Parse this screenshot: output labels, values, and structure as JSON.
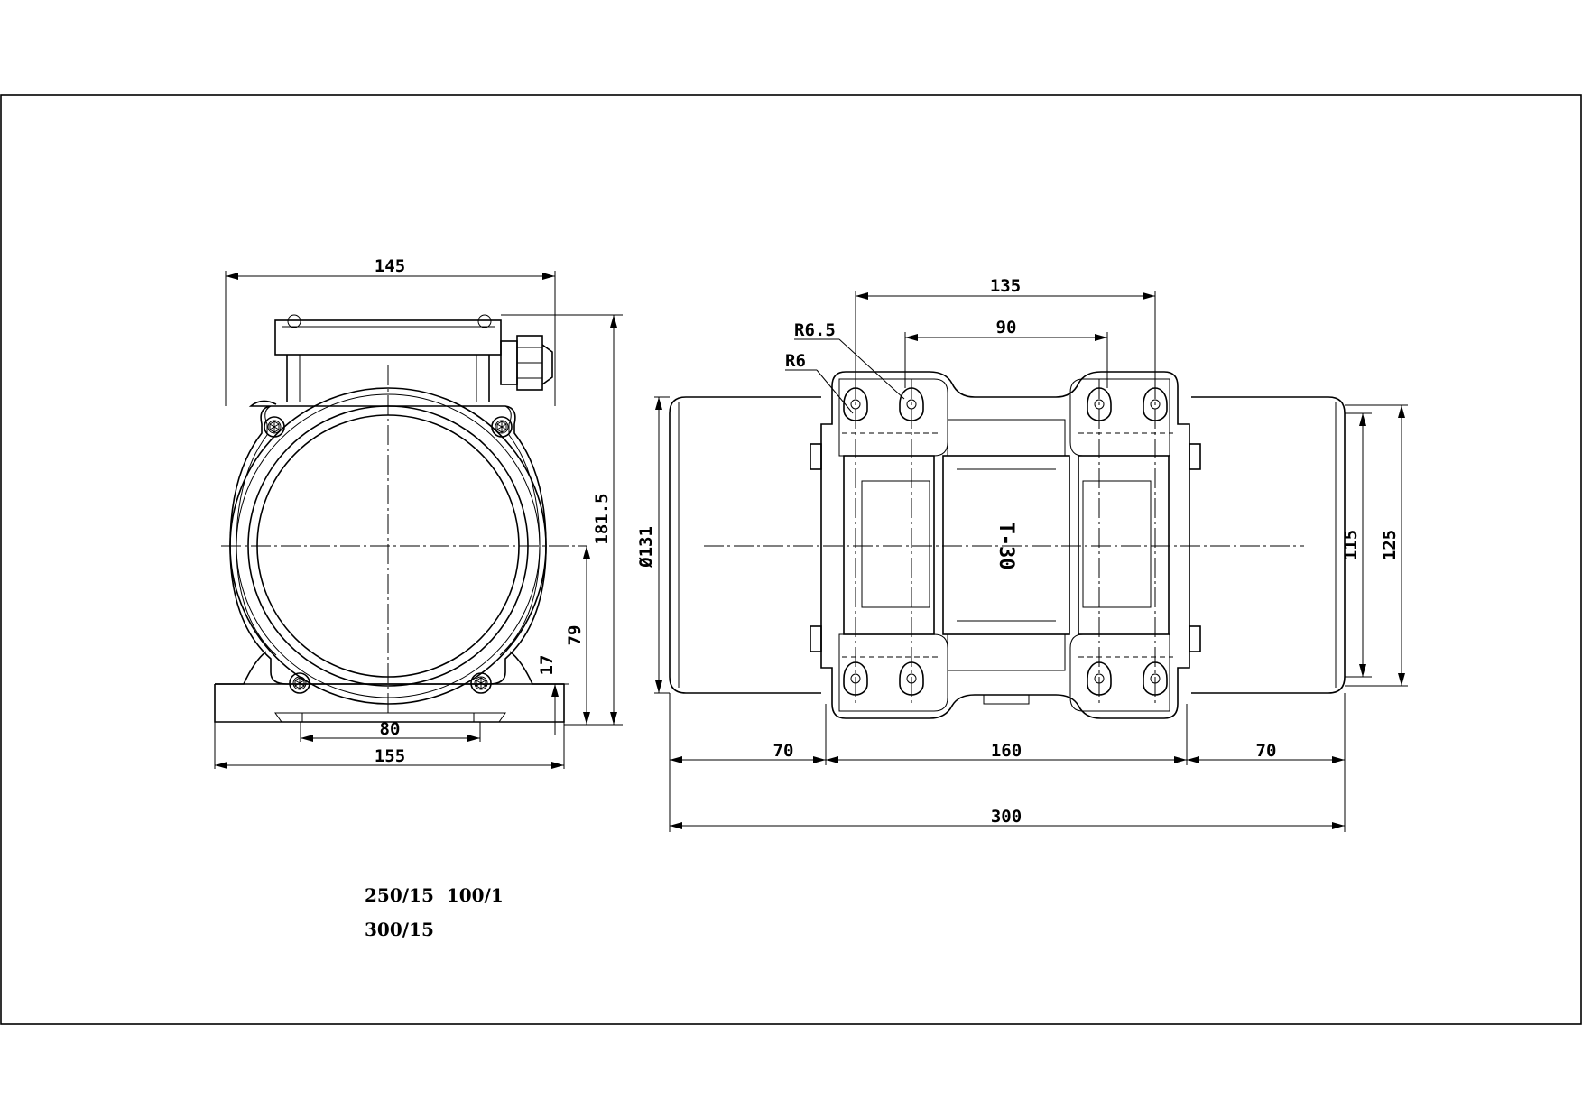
{
  "front_view": {
    "dim_width_top": "145",
    "dim_height_total": "181.5",
    "dim_axis_height": "79",
    "dim_foot_height": "17",
    "dim_base_inner": "80",
    "dim_base_width": "155"
  },
  "side_view": {
    "dim_hole_outer_spacing": "135",
    "dim_hole_inner_spacing": "90",
    "dim_slot_radius_large": "R6.5",
    "dim_slot_radius_small": "R6",
    "dim_body_diameter": "Ø131",
    "dim_mount_inner": "115",
    "dim_mount_outer": "125",
    "dim_left_cover": "70",
    "dim_body_length": "160",
    "dim_right_cover": "70",
    "dim_total_length": "300",
    "model_mark": "T-30"
  },
  "notes": {
    "line1": "250/15  100/1",
    "line2": "300/15"
  }
}
